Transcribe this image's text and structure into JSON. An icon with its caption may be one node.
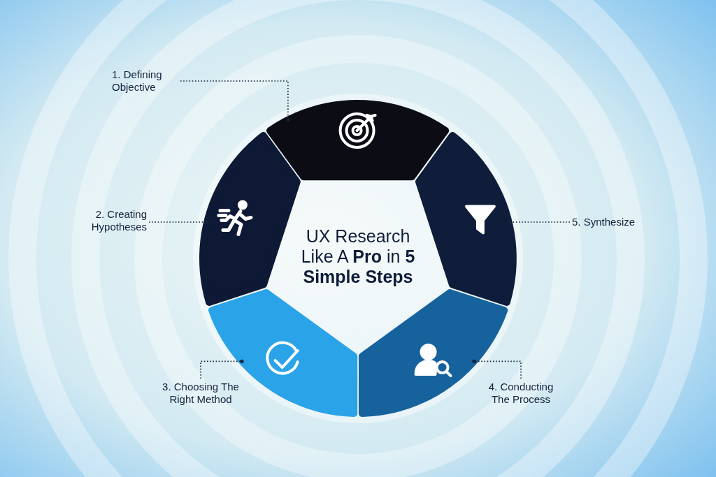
{
  "diagram": {
    "title": "UX Research Like A **Pro** in **5 Simple Steps**",
    "nodes": [
      {
        "text": [
          "1. Defining Objective"
        ]
      },
      {
        "text": [
          "2. Creating Hypotheses"
        ]
      },
      {
        "text": [
          "3. Choosing The Right Method"
        ]
      },
      {
        "text": [
          "4. Conducting The Process"
        ]
      },
      {
        "text": [
          "5. Synthesize"
        ]
      },
      {
        "text": [],
        "shape": "segment"
      },
      {
        "text": [],
        "shape": "segment"
      },
      {
        "text": [],
        "shape": "segment"
      },
      {
        "text": [],
        "shape": "segment"
      },
      {
        "text": [],
        "shape": "segment"
      }
    ],
    "edges": [
      {
        "from": 0,
        "to": 5,
        "arrow": "other",
        "style": "dashed"
      },
      {
        "from": 1,
        "to": 6,
        "arrow": "other",
        "style": "dashed"
      },
      {
        "from": 2,
        "to": 7,
        "arrow": "other",
        "style": "dashed"
      },
      {
        "from": 3,
        "to": 8,
        "arrow": "other",
        "style": "dashed"
      },
      {
        "from": 4,
        "to": 9,
        "arrow": "other",
        "style": "dashed"
      }
    ]
  }
}
